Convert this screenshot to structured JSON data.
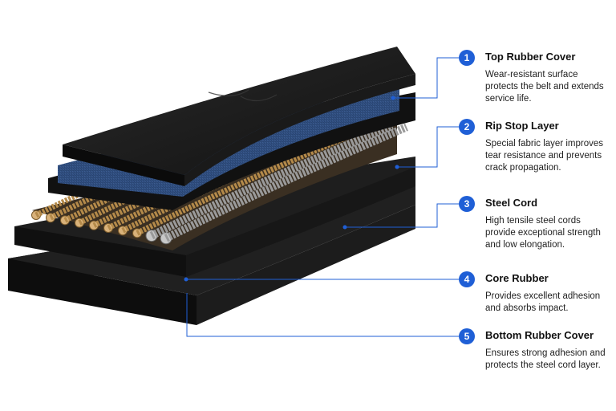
{
  "layers": [
    {
      "number": "1",
      "title": "Top Rubber Cover",
      "description": "Wear-resistant surface protects the belt and extends service life."
    },
    {
      "number": "2",
      "title": "Rip Stop Layer",
      "description": "Special fabric layer improves tear resistance and prevents crack propagation."
    },
    {
      "number": "3",
      "title": "Steel Cord",
      "description": "High tensile steel cords provide exceptional strength and low elongation."
    },
    {
      "number": "4",
      "title": "Core Rubber",
      "description": "Provides excellent adhesion and absorbs impact."
    },
    {
      "number": "5",
      "title": "Bottom Rubber Cover",
      "description": "Ensures strong adhesion and protects the steel cord layer."
    }
  ],
  "colors": {
    "accent": "#1f5fd6",
    "rubber": "#1a1a1a",
    "fabric": "#2c4a7a",
    "copper_cord": "#b48a4a",
    "steel_cord": "#9a9a9a"
  }
}
